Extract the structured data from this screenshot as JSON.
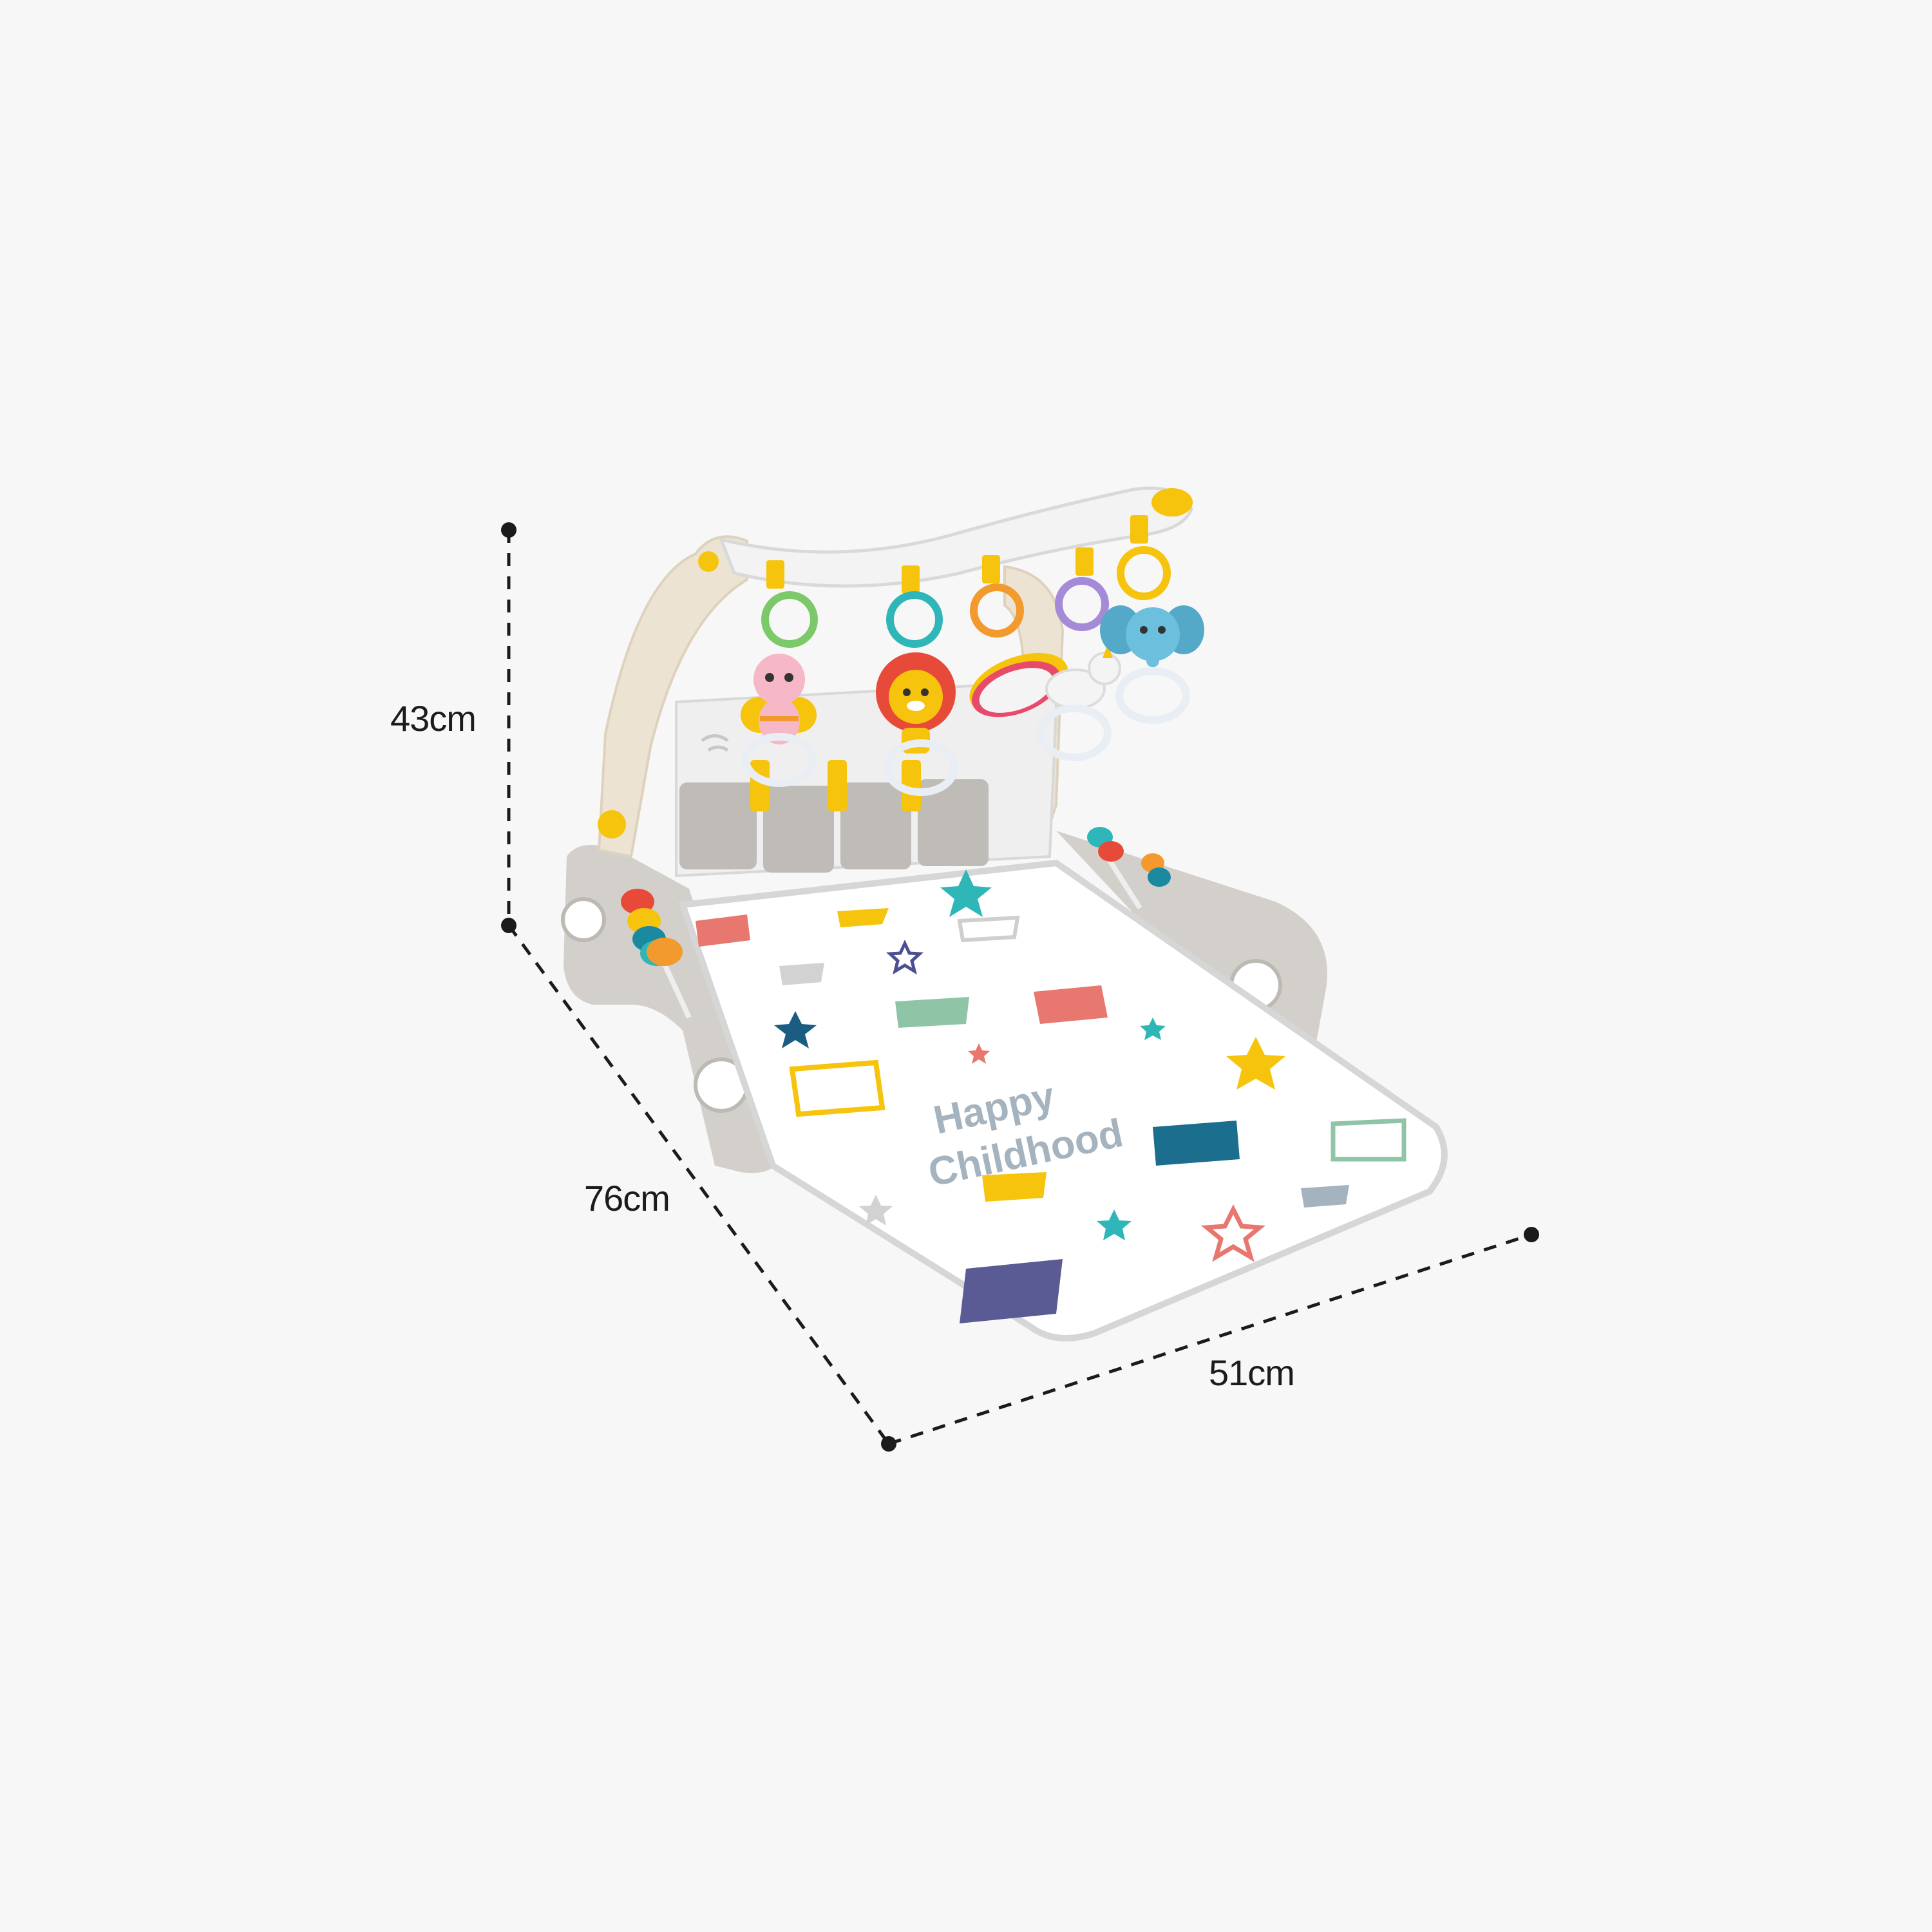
{
  "dimensions": {
    "height": "43cm",
    "depth": "76cm",
    "width": "51cm"
  },
  "mat": {
    "line1": "Happy",
    "line2": "Childhood"
  },
  "colors": {
    "background": "#f7f7f7",
    "frame": "#ede3d2",
    "base": "#d3d0cb",
    "accent_yellow": "#f6c40c",
    "dimension_line": "#1b1b1b",
    "mat_text": "#a5b3bf"
  },
  "hanging_toys": [
    {
      "name": "bee-toy-icon",
      "ring_color": "#7cc96a"
    },
    {
      "name": "lion-toy-icon",
      "ring_color": "#2fb6b8"
    },
    {
      "name": "mirror-toy-icon",
      "ring_color": "#f29a2e"
    },
    {
      "name": "unicorn-toy-icon",
      "ring_color": "#a58ad8"
    },
    {
      "name": "elephant-toy-icon",
      "ring_color": "#f6c40c"
    }
  ]
}
